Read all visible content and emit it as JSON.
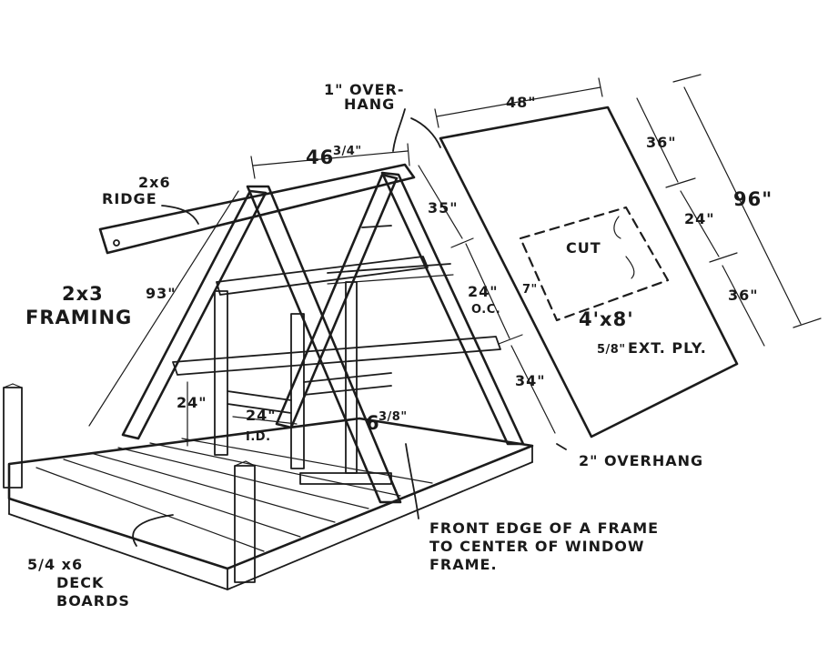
{
  "labels": {
    "overhang_top_l1": "1\" OVER-",
    "overhang_top_l2": "HANG",
    "ridge_width": "46",
    "ridge_width_frac": "3/4\"",
    "ridge_l1": "2x6",
    "ridge_l2": "RIDGE",
    "framing_l1": "2x3",
    "framing_l2": "FRAMING",
    "rafter_len": "93\"",
    "top_spacing": "35\"",
    "mid_spacing_l1": "24\"",
    "mid_spacing_l2": "O.C.",
    "bottom_spacing": "34\"",
    "floor_height": "24\"",
    "inner_width_l1": "24\"",
    "inner_width_l2": "I.D.",
    "offset_whole": "6",
    "offset_frac": "3/8\"",
    "sheet_width": "48\"",
    "sheet_top_seg": "36\"",
    "sheet_mid_seg": "24\"",
    "sheet_bottom_seg": "36\"",
    "sheet_len": "96\"",
    "cut": "CUT",
    "cut_offset": "7\"",
    "ply_size": "4'x8'",
    "ply_l1_frac": "5/8\"",
    "ply_l1_text": "EXT. PLY.",
    "overhang_bottom": "2\" OVERHANG",
    "note_l1": "FRONT EDGE OF A FRAME",
    "note_l2": "TO CENTER OF WINDOW",
    "note_l3": "FRAME.",
    "deck_l1": "5/4 x6",
    "deck_l2": "DECK",
    "deck_l3": "BOARDS"
  }
}
